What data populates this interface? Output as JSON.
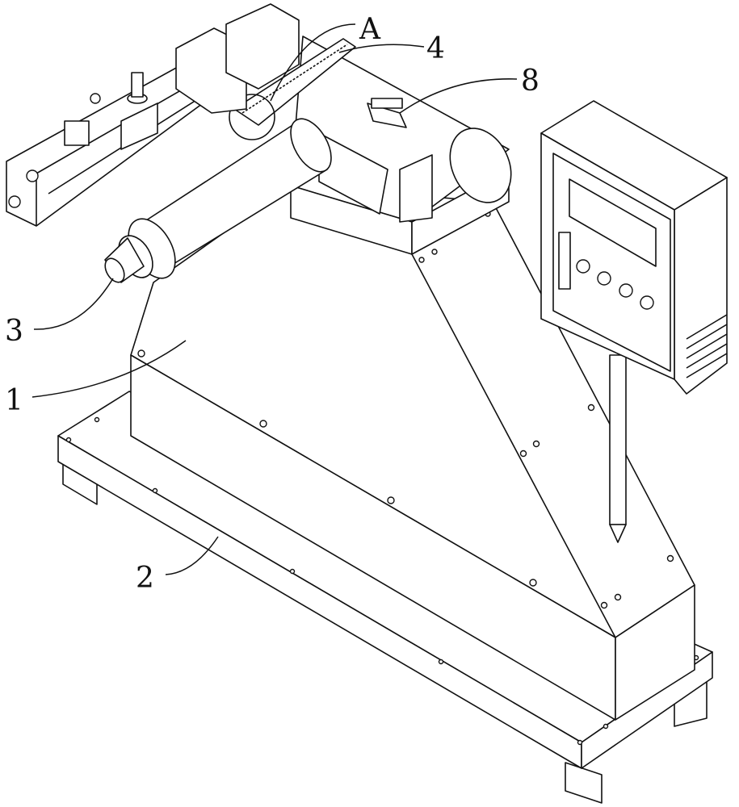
{
  "figure": {
    "labels": {
      "detail_a": "A",
      "part_4": "4",
      "part_8": "8",
      "part_3": "3",
      "part_1": "1",
      "part_2": "2"
    }
  }
}
